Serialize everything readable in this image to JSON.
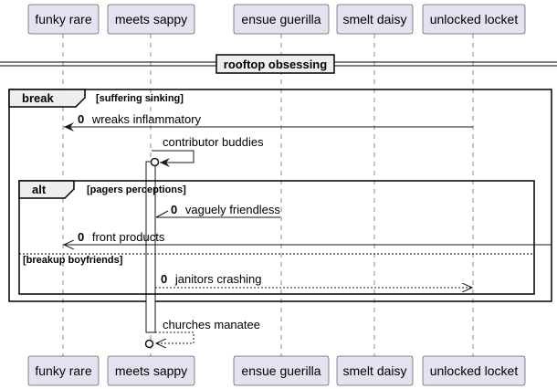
{
  "participants": [
    {
      "label": "funky rare"
    },
    {
      "label": "meets sappy"
    },
    {
      "label": "ensue guerilla"
    },
    {
      "label": "smelt daisy"
    },
    {
      "label": "unlocked locket"
    }
  ],
  "divider": {
    "label": "rooftop obsessing"
  },
  "break_fragment": {
    "keyword": "break",
    "guard": "[suffering sinking]"
  },
  "alt_fragment": {
    "keyword": "alt",
    "guard": "[pagers perceptions]",
    "else_guard": "[breakup boyfriends]"
  },
  "messages": [
    {
      "num": "0",
      "text": "wreaks inflammatory"
    },
    {
      "num": "",
      "text": "contributor buddies"
    },
    {
      "num": "0",
      "text": "vaguely friendless"
    },
    {
      "num": "0",
      "text": "front products"
    },
    {
      "num": "0",
      "text": "janitors crashing"
    },
    {
      "num": "",
      "text": "churches manatee"
    }
  ]
}
